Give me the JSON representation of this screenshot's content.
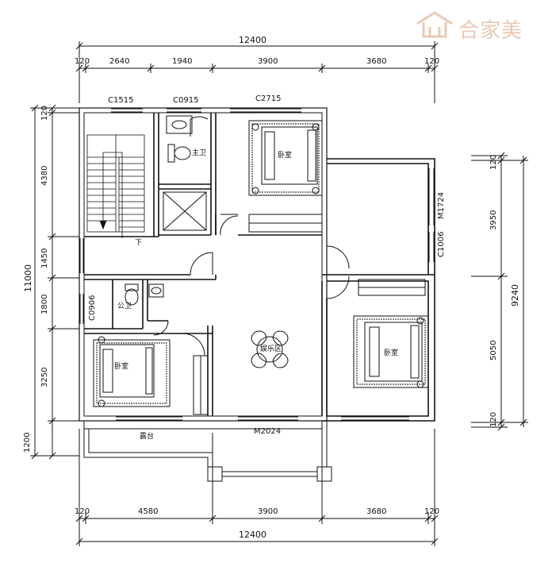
{
  "brand": {
    "name": "合家美",
    "icon": "house-logo-icon",
    "color": "#e9c9b5"
  },
  "dims": {
    "top_total": "12400",
    "top_segments": [
      "120",
      "2640",
      "1940",
      "3900",
      "3680",
      "120"
    ],
    "bottom_total": "12400",
    "bottom_segments": [
      "120",
      "4580",
      "3900",
      "3680",
      "120"
    ],
    "left_total": "11000",
    "left_segments": [
      "120",
      "4380",
      "1450",
      "1800",
      "3250",
      "1200"
    ],
    "right_total": "9240",
    "right_segments": [
      "120",
      "3950",
      "5050",
      "120"
    ]
  },
  "windows": {
    "c1515": "C1515",
    "c0915": "C0915",
    "c2715": "C2715",
    "c0906": "C0906",
    "m1724": "M1724",
    "c1006": "C1006",
    "m2024": "M2024"
  },
  "rooms": {
    "master_bath": "主卫",
    "bedroom_1": "卧室",
    "bedroom_2": "卧室",
    "bedroom_3": "卧室",
    "public_bath": "公卫",
    "entertainment": "娱乐区",
    "terrace": "露台",
    "stair_down": "下"
  }
}
